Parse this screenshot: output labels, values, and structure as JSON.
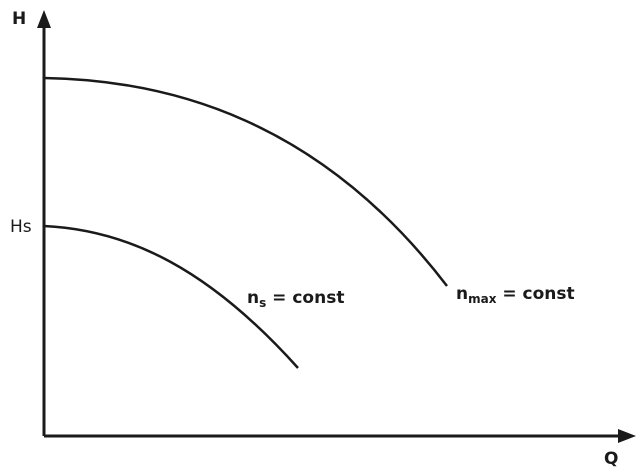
{
  "diagram": {
    "axes": {
      "y_label": "H",
      "x_label": "Q",
      "y_tick_label": "Hs"
    },
    "curves": [
      {
        "id": "n_max",
        "symbol": "n",
        "subscript": "max",
        "suffix": " = const"
      },
      {
        "id": "n_s",
        "symbol": "n",
        "subscript": "s",
        "suffix": " = const"
      }
    ],
    "colors": {
      "line": "#1a1a1a",
      "background": "#ffffff"
    }
  }
}
